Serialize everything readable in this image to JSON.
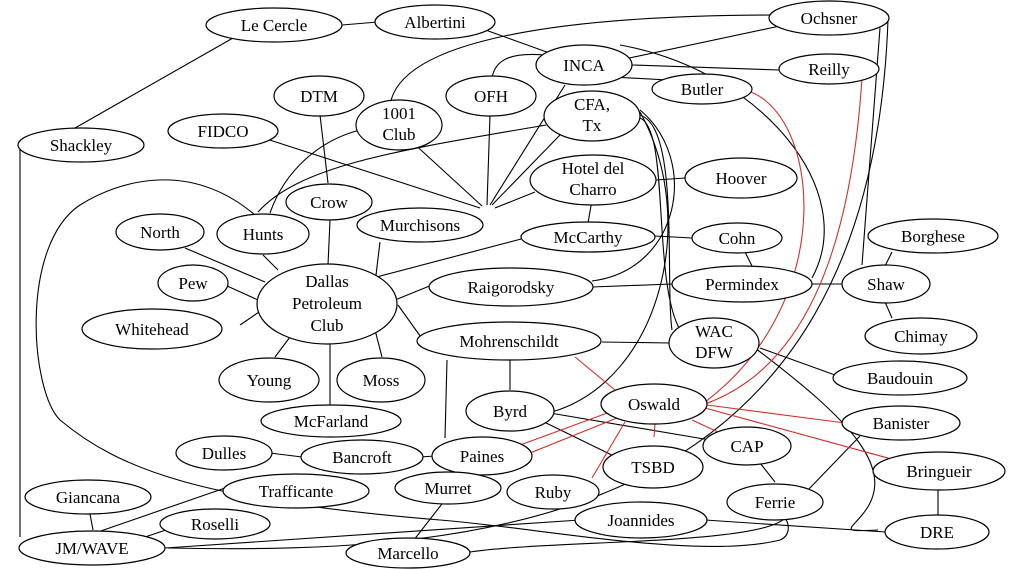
{
  "colors": {
    "normal_edge": "#000000",
    "oswald_edge": "#d0312d",
    "node_fill": "#ffffff"
  },
  "nodes": {
    "le_cercle": "Le Cercle",
    "albertini": "Albertini",
    "ochsner": "Ochsner",
    "inca": "INCA",
    "reilly": "Reilly",
    "butler": "Butler",
    "dtm": "DTM",
    "club_1001": [
      "1001",
      "Club"
    ],
    "ofh": "OFH",
    "cfa_tx": [
      "CFA,",
      "Tx"
    ],
    "fidco": "FIDCO",
    "shackley": "Shackley",
    "hotel_del_charro": [
      "Hotel del",
      "Charro"
    ],
    "hoover": "Hoover",
    "crow": "Crow",
    "murchisons": "Murchisons",
    "north": "North",
    "hunts": "Hunts",
    "mccarthy": "McCarthy",
    "cohn": "Cohn",
    "borghese": "Borghese",
    "pew": "Pew",
    "dallas_petroleum_club": [
      "Dallas",
      "Petroleum",
      "Club"
    ],
    "raigorodsky": "Raigorodsky",
    "permindex": "Permindex",
    "shaw": "Shaw",
    "whitehead": "Whitehead",
    "chimay": "Chimay",
    "mohrenschildt": "Mohrenschildt",
    "wac_dfw": [
      "WAC",
      "DFW"
    ],
    "young": "Young",
    "moss": "Moss",
    "baudouin": "Baudouin",
    "byrd": "Byrd",
    "oswald": "Oswald",
    "mcfarland": "McFarland",
    "banister": "Banister",
    "dulles": "Dulles",
    "bancroft": "Bancroft",
    "paines": "Paines",
    "cap": "CAP",
    "tsbd": "TSBD",
    "bringueir": "Bringueir",
    "giancana": "Giancana",
    "trafficante": "Trafficante",
    "murret": "Murret",
    "ruby": "Ruby",
    "ferrie": "Ferrie",
    "roselli": "Roselli",
    "joannides": "Joannides",
    "dre": "DRE",
    "jm_wave": "JM/WAVE",
    "marcello": "Marcello"
  }
}
